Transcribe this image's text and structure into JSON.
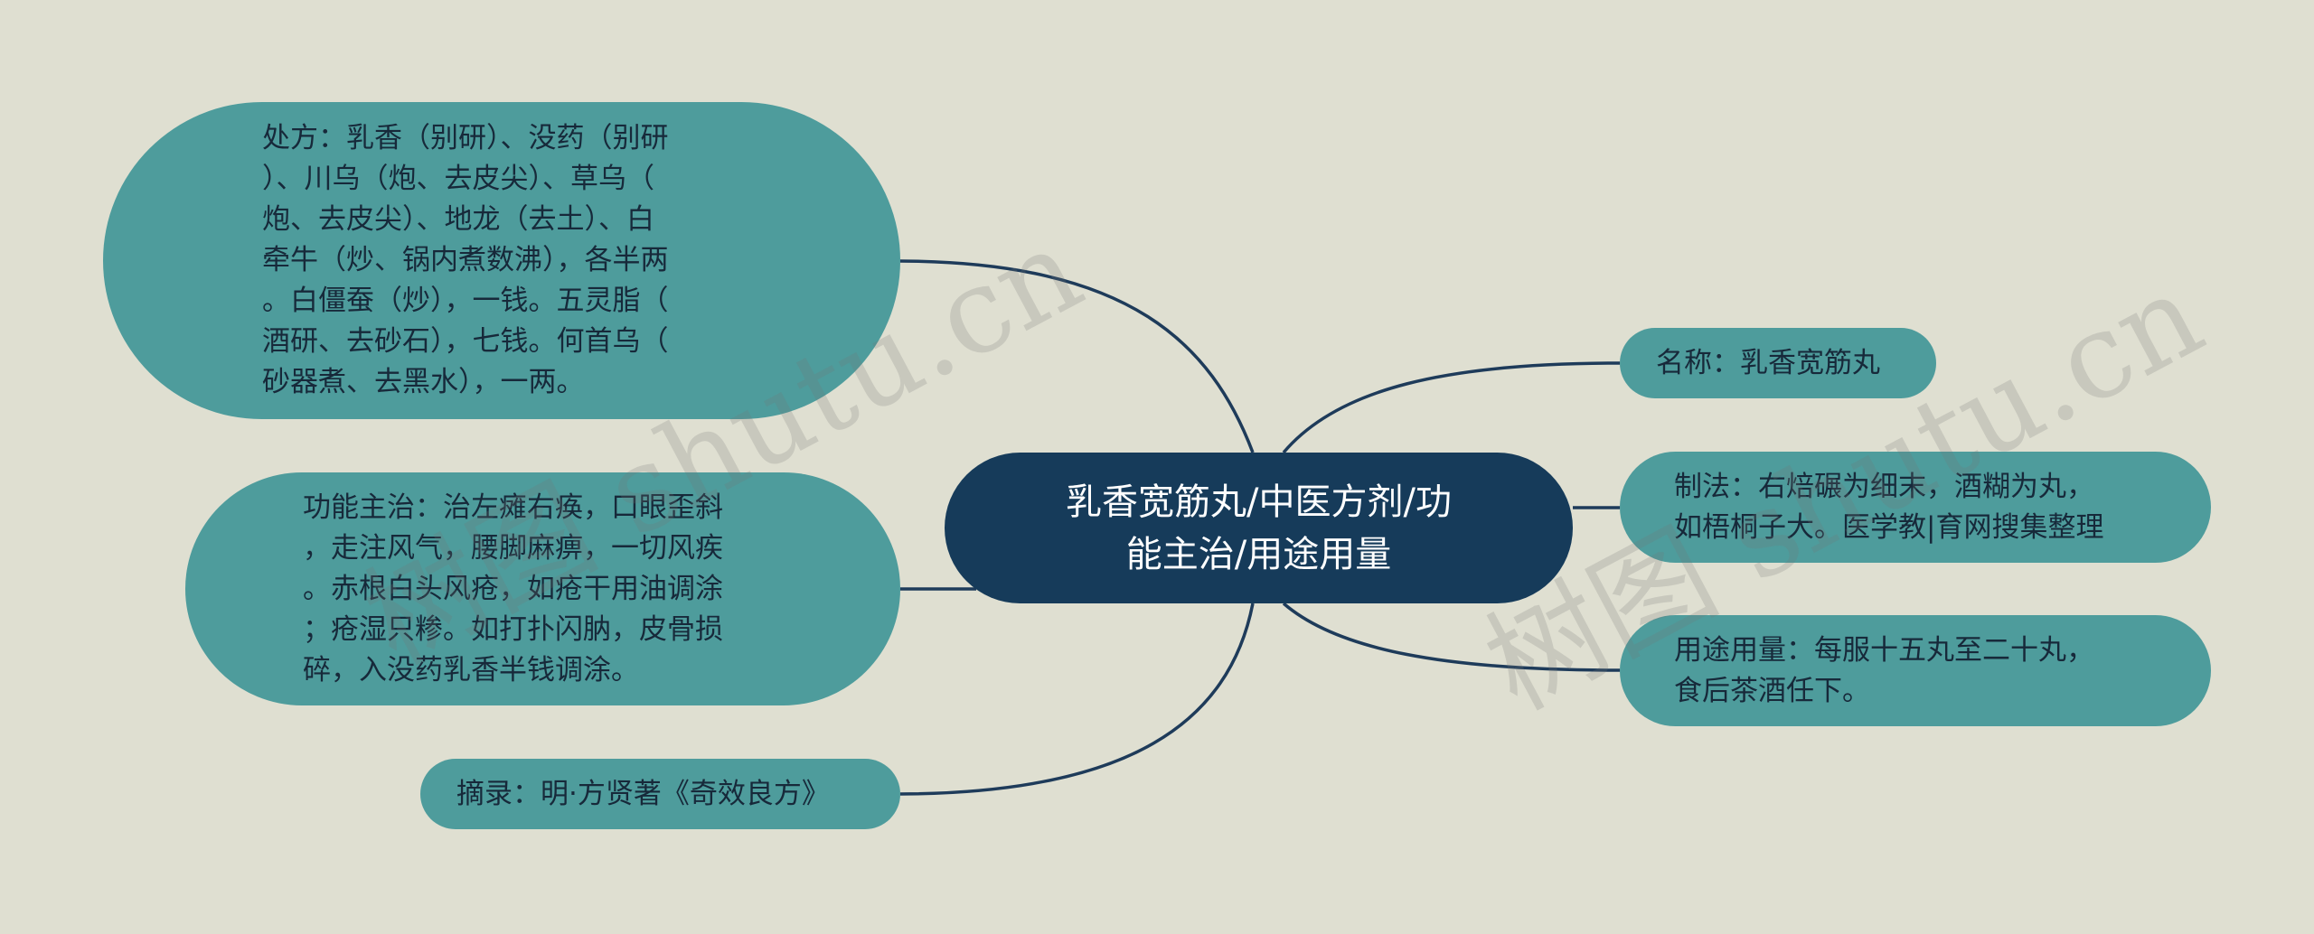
{
  "root": {
    "line1": "乳香宽筋丸/中医方剂/功",
    "line2": "能主治/用途用量"
  },
  "nodes": {
    "formula": {
      "lines": [
        "处方：乳香（别研）、没药（别研",
        "）、川乌（炮、去皮尖）、草乌（",
        "炮、去皮尖）、地龙（去土）、白",
        "牵牛（炒、锅内煮数沸），各半两",
        "。白僵蚕（炒），一钱。五灵脂（",
        "酒研、去砂石），七钱。何首乌（",
        "砂器煮、去黑水），一两。"
      ]
    },
    "function": {
      "lines": [
        "功能主治：治左瘫右痪，口眼歪斜",
        "，走注风气，腰脚麻痹，一切风疾",
        "。赤根白头风疮，如疮干用油调涂",
        "；疮湿只糁。如打扑闪肭，皮骨损",
        "碎，入没药乳香半钱调涂。"
      ]
    },
    "source": {
      "lines": [
        "摘录：明·方贤著《奇效良方》"
      ]
    },
    "name": {
      "lines": [
        "名称：乳香宽筋丸"
      ]
    },
    "method": {
      "lines": [
        "制法：右焙碾为细末，酒糊为丸，",
        "如梧桐子大。医学教|育网搜集整理"
      ]
    },
    "usage": {
      "lines": [
        "用途用量：每服十五丸至二十丸，",
        "食后茶酒任下。"
      ]
    }
  },
  "watermark": "树图 shutu.cn",
  "colors": {
    "background": "#dfdfd1",
    "root_fill": "#163b5a",
    "node_fill": "#4e9c9c",
    "edge": "#1e3b5a",
    "node_text": "#17293a",
    "root_text": "#ffffff"
  }
}
